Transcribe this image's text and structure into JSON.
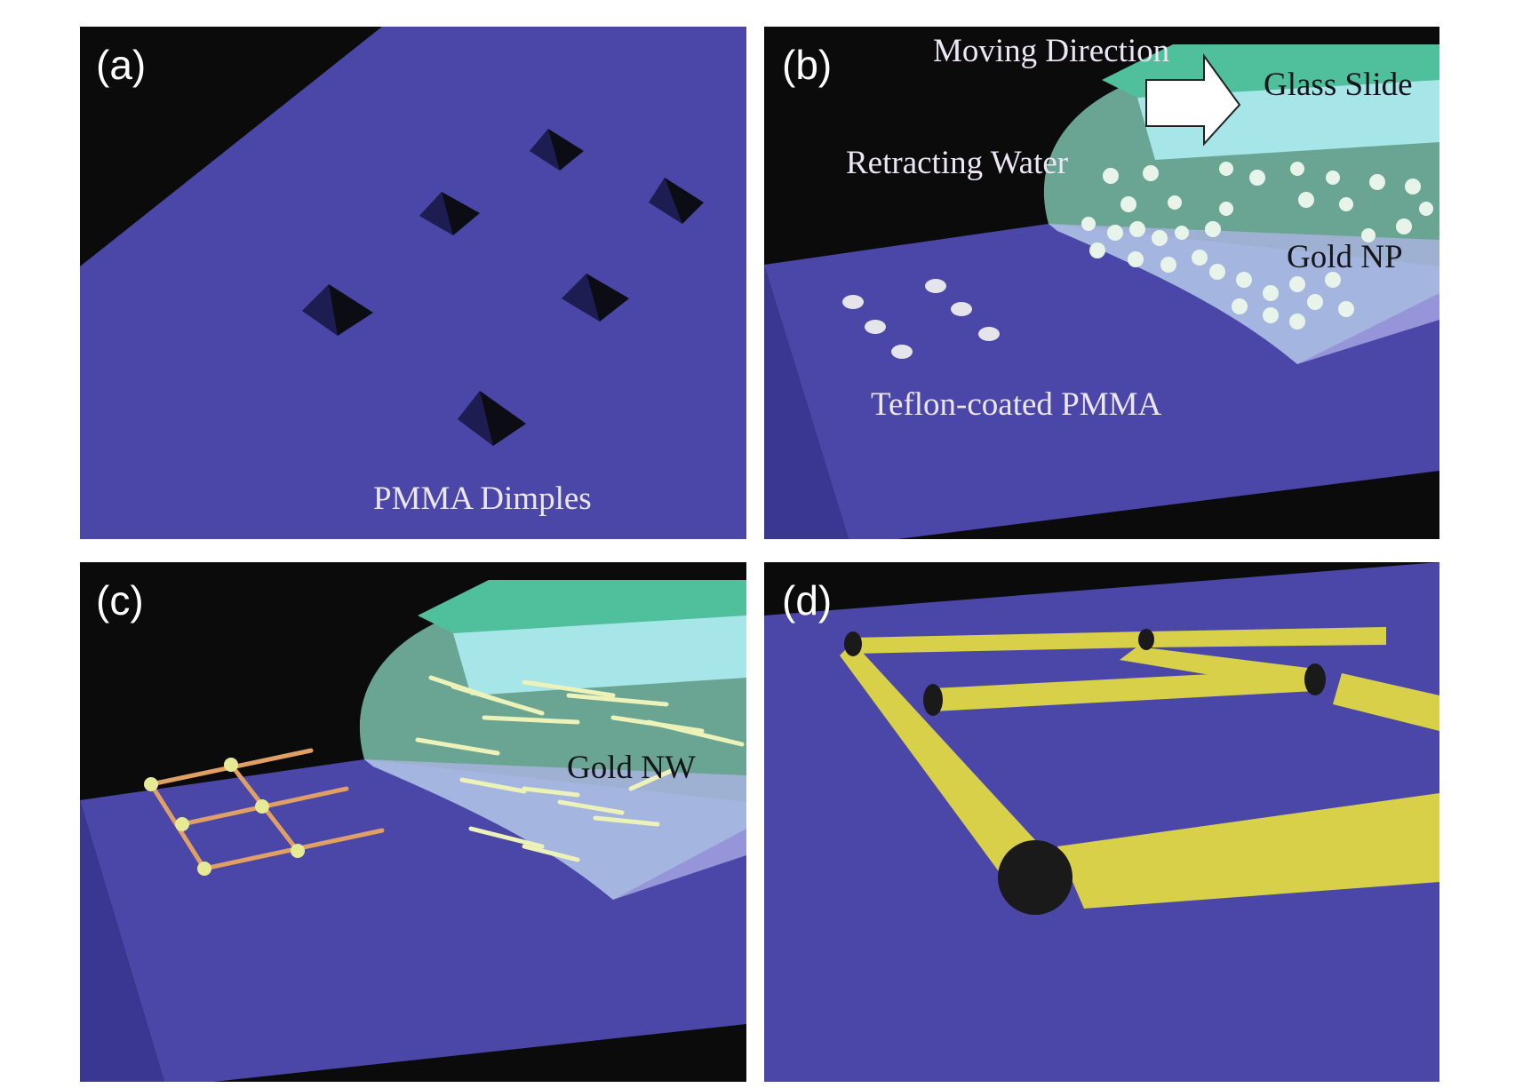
{
  "panels": [
    {
      "id": "a",
      "label": "(a)",
      "annotations": {
        "dimples": "PMMA Dimples"
      }
    },
    {
      "id": "b",
      "label": "(b)",
      "annotations": {
        "moving_direction": "Moving Direction",
        "glass_slide": "Glass Slide",
        "retracting_water": "Retracting Water",
        "gold_np": "Gold NP",
        "substrate": "Teflon-coated PMMA"
      }
    },
    {
      "id": "c",
      "label": "(c)",
      "annotations": {
        "gold_nw": "Gold NW"
      }
    },
    {
      "id": "d",
      "label": "(d)"
    }
  ],
  "colors": {
    "background": "#0b0b0b",
    "substrate": "#4a47a8",
    "substrate_side": "#3a3792",
    "dimple": "#0c0c14",
    "water": "#8fe0c8",
    "glass_top": "#4fbf9c",
    "glass_front": "#a6e6e8",
    "nanoparticle": "#e8f4ea",
    "nanowire_light": "#ecf2b8",
    "nanowire_assembled": "#e0a064",
    "rod": "#d8d048",
    "label_light": "#ece6f4",
    "label_dark": "#15151a"
  },
  "icons": [
    "arrow-right-icon"
  ]
}
